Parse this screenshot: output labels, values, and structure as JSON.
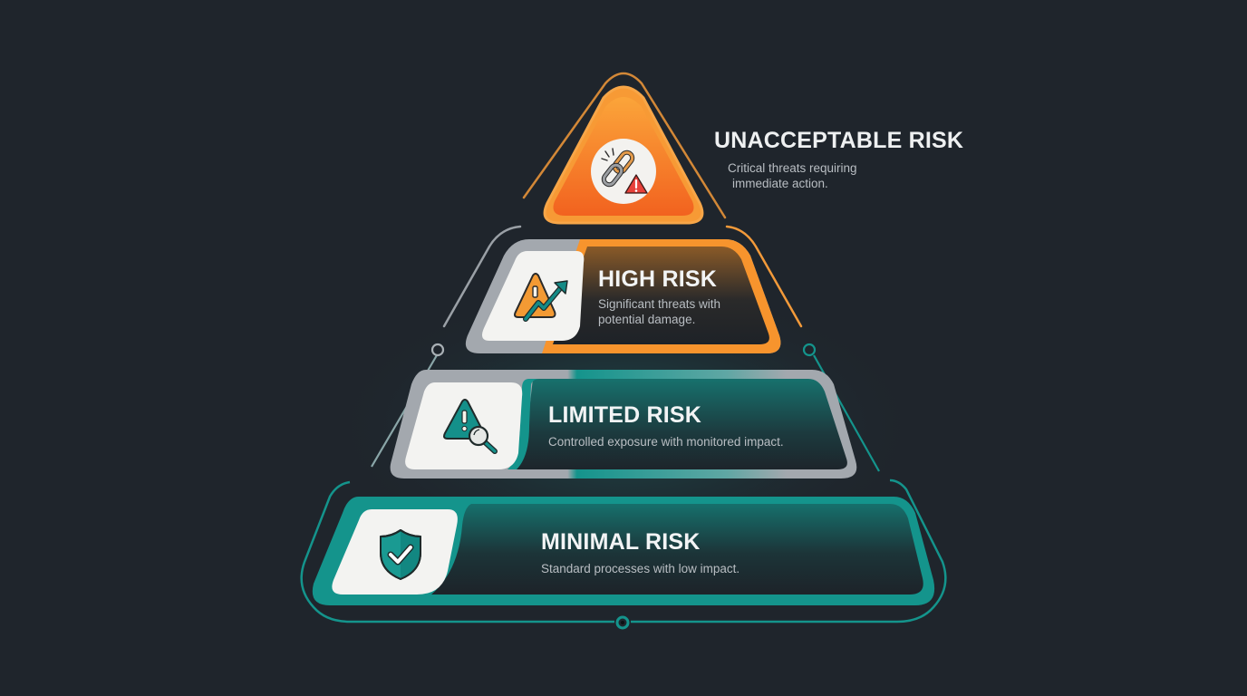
{
  "diagram": {
    "type": "risk-pyramid",
    "background": "#1f252c",
    "colors": {
      "orange": "#f7942d",
      "orange_dark": "#f26a22",
      "teal": "#14948c",
      "teal_dark": "#0f6b67",
      "gray": "#a3a8ae",
      "card_white": "#f3f3f1",
      "title_text": "#f2f4f5",
      "desc_text": "#b9bec3"
    },
    "tiers": [
      {
        "level": 1,
        "title": "UNACCEPTABLE RISK",
        "description_line1": "Critical threats requiring",
        "description_line2": "immediate action.",
        "icon": "broken-chain-warning-icon",
        "color": "#f7942d"
      },
      {
        "level": 2,
        "title": "HIGH RISK",
        "description_line1": "Significant threats with",
        "description_line2": "potential damage.",
        "icon": "warning-trend-up-icon",
        "color": "#f7942d"
      },
      {
        "level": 3,
        "title": "LIMITED RISK",
        "description_line1": "Controlled exposure with monitored impact.",
        "icon": "warning-magnifier-icon",
        "color": "#14948c"
      },
      {
        "level": 4,
        "title": "MINIMAL RISK",
        "description_line1": "Standard processes with low impact.",
        "icon": "shield-check-icon",
        "color": "#14948c"
      }
    ]
  }
}
